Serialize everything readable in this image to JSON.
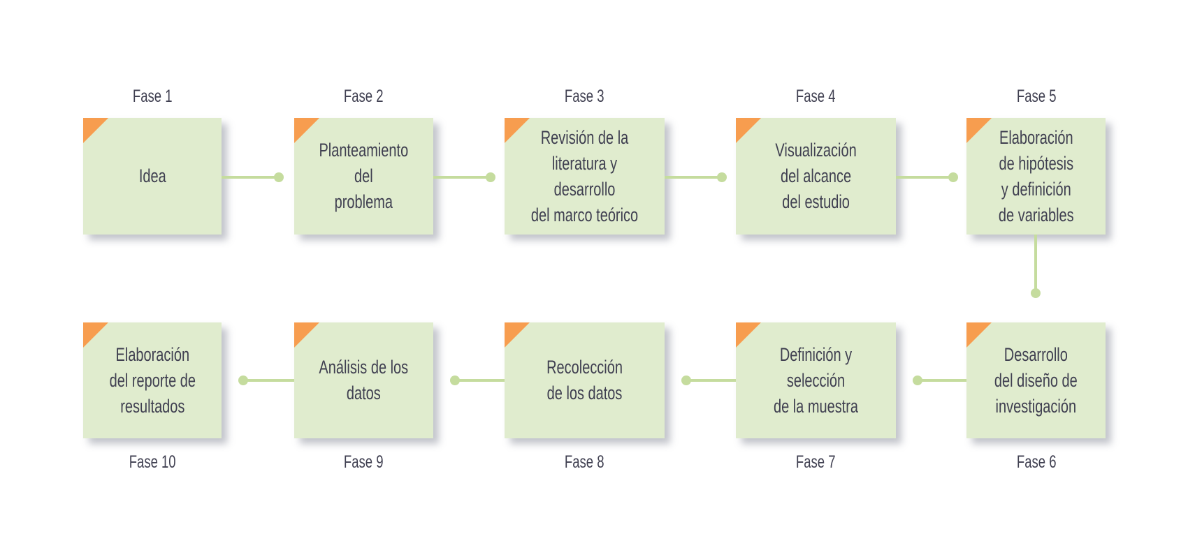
{
  "phases": [
    {
      "label": "Fase 1",
      "text": "Idea"
    },
    {
      "label": "Fase 2",
      "text": "Planteamiento\ndel\nproblema"
    },
    {
      "label": "Fase 3",
      "text": "Revisión de la\nliteratura y desarrollo\ndel marco teórico"
    },
    {
      "label": "Fase 4",
      "text": "Visualización\ndel alcance\ndel estudio"
    },
    {
      "label": "Fase 5",
      "text": "Elaboración\nde hipótesis\ny definición\nde variables"
    },
    {
      "label": "Fase 6",
      "text": "Desarrollo\ndel diseño de\ninvestigación"
    },
    {
      "label": "Fase 7",
      "text": "Definición y selección\nde la muestra"
    },
    {
      "label": "Fase 8",
      "text": "Recolección\nde los datos"
    },
    {
      "label": "Fase 9",
      "text": "Análisis de los\ndatos"
    },
    {
      "label": "Fase 10",
      "text": "Elaboración\ndel reporte de\nresultados"
    }
  ],
  "colors": {
    "box": "#e0ecce",
    "corner": "#f79d4f",
    "connector": "#c5dc9e",
    "text": "#3f3f50"
  }
}
